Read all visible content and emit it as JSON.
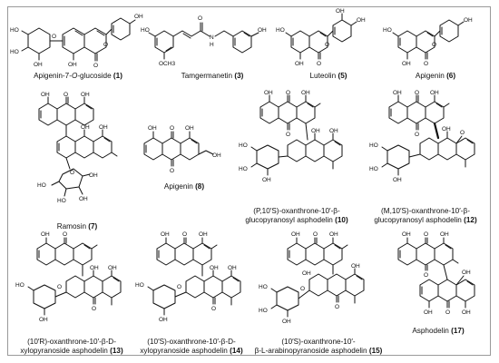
{
  "compounds": [
    {
      "id": "c1",
      "line1": "Apigenin-7-",
      "italic": "O",
      "line1b": "-glucoside",
      "number": "(1)"
    },
    {
      "id": "c3",
      "line1": "Tamgermanetin",
      "number": "(3)"
    },
    {
      "id": "c5",
      "line1": "Luteolin",
      "number": "(5)"
    },
    {
      "id": "c6",
      "line1": "Apigenin",
      "number": "(6)"
    },
    {
      "id": "c7",
      "line1": "Ramosin",
      "number": "(7)"
    },
    {
      "id": "c8",
      "line1": "Apigenin",
      "number": "(8)"
    },
    {
      "id": "c10",
      "line1": "(P,10′S)-oxanthrone-10′-β-",
      "line2": "glucopyranosyl asphodelin",
      "number": "(10)"
    },
    {
      "id": "c12",
      "line1": "(M,10′S)-oxanthrone-10′-β-",
      "line2": "glucopyranosyl asphodelin",
      "number": "(12)"
    },
    {
      "id": "c13",
      "line1": "(10′R)-oxanthrone-10′-β-D-",
      "line2": "xylopyranoside asphodelin",
      "number": "(13)"
    },
    {
      "id": "c14",
      "line1": "(10′S)-oxanthrone-10′-β-D-",
      "line2": "xylopyranoside asphodelin",
      "number": "(14)"
    },
    {
      "id": "c15",
      "line1": "(10′S)-oxanthrone-10′-",
      "line2": "β-L-arabinopyranoside asphodelin",
      "number": "(15)"
    },
    {
      "id": "c17",
      "line1": "Asphodelin",
      "number": "(17)"
    }
  ],
  "atoms": {
    "oh": "OH",
    "ho": "HO",
    "o": "O",
    "ho_short": "HO",
    "och3": "OCH3",
    "n": "N",
    "h": "H"
  }
}
